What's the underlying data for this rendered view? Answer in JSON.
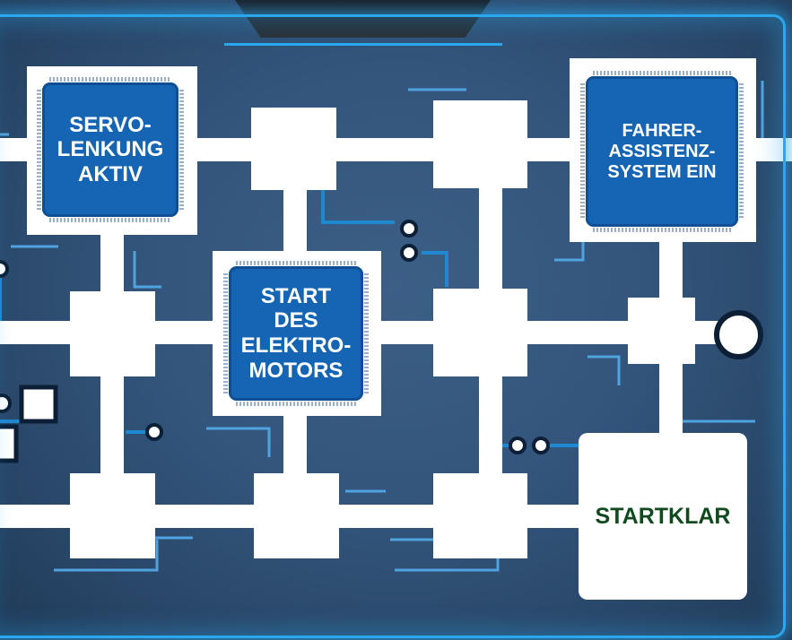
{
  "board": {
    "chips": [
      {
        "label": "SERVO-\nLENKUNG\nAKTIV"
      },
      {
        "label": "START\nDES\nELEKTRO-\nMOTORS"
      },
      {
        "label": "FAHRER-\nASSISTENZ-\nSYSTEM EIN"
      }
    ],
    "goal_label": "STARTKLAR"
  },
  "colors": {
    "background": "#33557b",
    "frame_glow": "#2aa8ee",
    "chip": "#1565b4",
    "goal_text": "#124a1f"
  }
}
